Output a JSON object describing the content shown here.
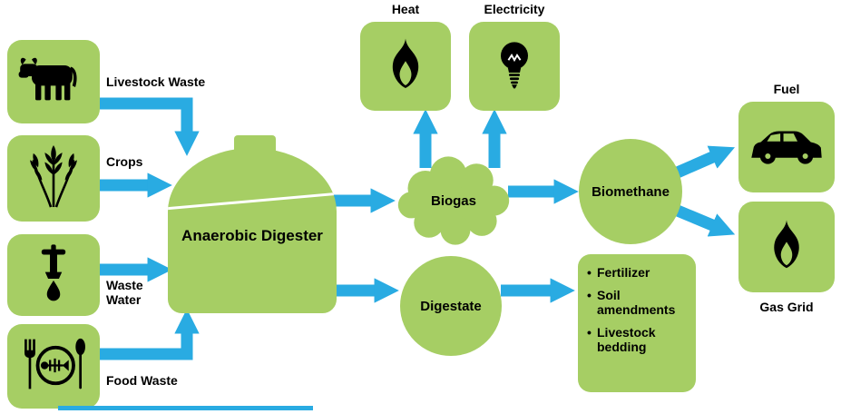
{
  "colors": {
    "node_green": "#A6CE64",
    "arrow_blue": "#29ABE2",
    "icon_black": "#000000",
    "background": "#FFFFFF"
  },
  "inputs": [
    {
      "id": "livestock-waste",
      "label": "Livestock Waste",
      "icon": "cow-icon"
    },
    {
      "id": "crops",
      "label": "Crops",
      "icon": "wheat-icon"
    },
    {
      "id": "waste-water",
      "label": "Waste Water",
      "icon": "faucet-icon"
    },
    {
      "id": "food-waste",
      "label": "Food Waste",
      "icon": "cutlery-plate-icon"
    }
  ],
  "digester": {
    "label": "Anaerobic Digester"
  },
  "biogas": {
    "label": "Biogas"
  },
  "digestate": {
    "label": "Digestate"
  },
  "outputs": {
    "heat": {
      "label": "Heat",
      "icon": "flame-icon"
    },
    "electricity": {
      "label": "Electricity",
      "icon": "lightbulb-icon"
    },
    "biomethane": {
      "label": "Biomethane"
    },
    "fuel": {
      "label": "Fuel",
      "icon": "car-icon"
    },
    "gas_grid": {
      "label": "Gas Grid",
      "icon": "flame-icon"
    }
  },
  "digestate_uses": {
    "items": [
      "Fertilizer",
      "Soil amendments",
      "Livestock bedding"
    ]
  }
}
